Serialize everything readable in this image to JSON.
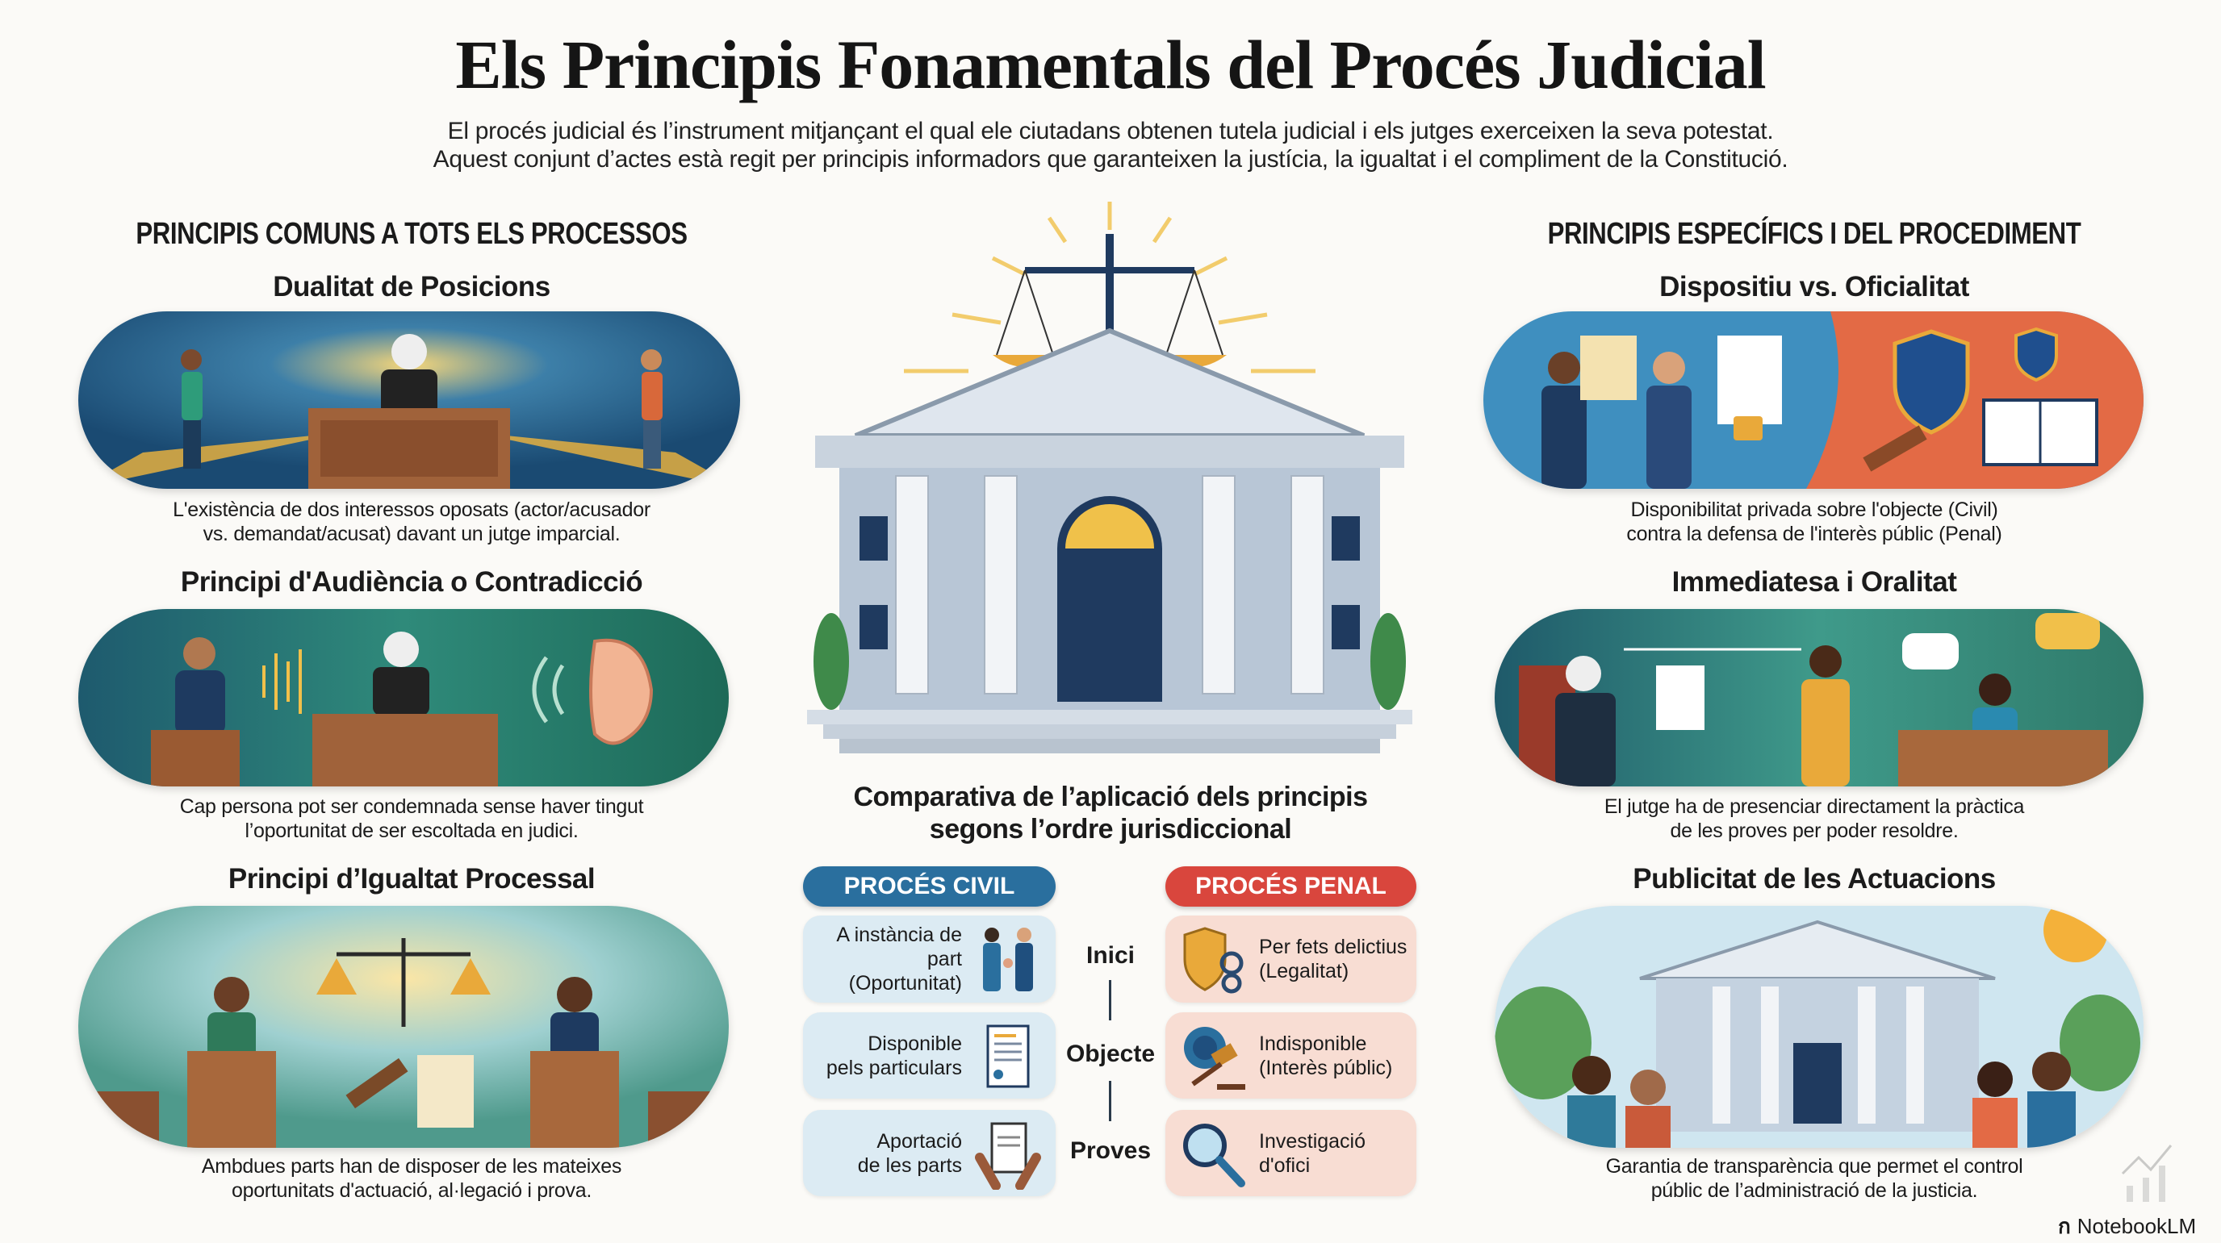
{
  "header": {
    "title": "Els Principis Fonamentals del Procés Judicial",
    "subtitle_lines": [
      "El procés judicial és l’instrument mitjançant el qual ele ciutadans obtenen tutela judicial i els jutges exerceixen la seva potestat.",
      "Aquest conjunt d’actes està regit per principis informadors que garanteixen la justícia, la igualtat i el compliment de la Constitució."
    ]
  },
  "left": {
    "heading": "PRINCIPIS COMUNS A TOTS ELS PROCESSOS",
    "principles": [
      {
        "title": "Dualitat de Posicions",
        "caption_lines": [
          "L'existència de dos interessos oposats (actor/acusador",
          "vs. demandat/acusat) davant un jutge imparcial."
        ]
      },
      {
        "title": "Principi d'Audiència o Contradicció",
        "caption_lines": [
          "Cap persona pot ser condemnada sense haver tingut",
          "l’oportunitat de ser escoltada en judici."
        ]
      },
      {
        "title": "Principi d’Igualtat Processal",
        "caption_lines": [
          "Ambdues parts han de disposer de les mateixes",
          "oportunitats d'actuació, al·legació i prova."
        ]
      }
    ]
  },
  "right": {
    "heading": "PRINCIPIS ESPECÍFICS I DEL PROCEDIMENT",
    "principles": [
      {
        "title": "Dispositiu vs. Oficialitat",
        "caption_lines": [
          "Disponibilitat privada sobre l'objecte (Civil)",
          "contra la defensa de l'interès públic (Penal)"
        ]
      },
      {
        "title": "Immediatesa i Oralitat",
        "caption_lines": [
          "El jutge ha de presenciar directament la pràctica",
          "de les proves per poder resoldre."
        ]
      },
      {
        "title": "Publicitat de les Actuacions",
        "caption_lines": [
          "Garantia de transparència que permet el control",
          "públic de l’administració de la justicia."
        ]
      }
    ]
  },
  "comparison": {
    "title_lines": [
      "Comparativa de l’aplicació dels principis",
      "segons l’ordre jurisdiccional"
    ],
    "civil": {
      "label": "PROCÉS CIVIL",
      "rows": [
        [
          "A instància de part",
          "(Oportunitat)"
        ],
        [
          "Disponible",
          "pels particulars"
        ],
        [
          "Aportació",
          "de les parts"
        ]
      ]
    },
    "penal": {
      "label": "PROCÉS PENAL",
      "rows": [
        [
          "Per fets delictius",
          "(Legalitat)"
        ],
        [
          "Indisponible",
          "(Interès públic)"
        ],
        [
          "Investigació",
          "d'ofici"
        ]
      ]
    },
    "aspects": [
      "Inici",
      "Objecte",
      "Proves"
    ]
  },
  "branding": {
    "label": "NotebookLM"
  },
  "colors": {
    "civil": "#2a6f9e",
    "penal": "#d9463d",
    "civil_bg": "#dcebf3",
    "penal_bg": "#f8ddd3",
    "navy": "#1f3a5f",
    "gold": "#e9a93a"
  }
}
